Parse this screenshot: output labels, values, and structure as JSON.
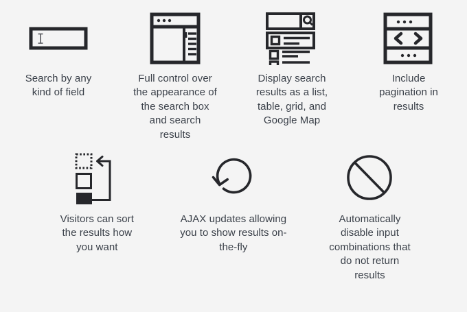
{
  "page": {
    "background_color": "#f4f4f4",
    "text_color": "#3a4049",
    "icon_color": "#26272b"
  },
  "rows": [
    {
      "name": "top-row",
      "features": [
        {
          "icon": "text-input-field-icon",
          "caption": "Search by any\nkind of field"
        },
        {
          "icon": "browser-layout-window-icon",
          "caption": "Full control over\nthe appearance of\nthe search box\nand search\nresults"
        },
        {
          "icon": "search-results-list-icon",
          "caption": "Display search\nresults as a list,\ntable, grid, and\nGoogle Map"
        },
        {
          "icon": "pagination-arrows-icon",
          "caption": "Include\npagination in\nresults"
        }
      ]
    },
    {
      "name": "bottom-row",
      "features": [
        {
          "icon": "sort-reorder-squares-icon",
          "caption": "Visitors can sort\nthe results how\nyou want"
        },
        {
          "icon": "refresh-circular-arrow-icon",
          "caption": "AJAX updates allowing\nyou to show results on-\nthe-fly"
        },
        {
          "icon": "prohibited-disable-icon",
          "caption": "Automatically\ndisable input\ncombinations that\ndo not return\nresults"
        }
      ]
    }
  ]
}
